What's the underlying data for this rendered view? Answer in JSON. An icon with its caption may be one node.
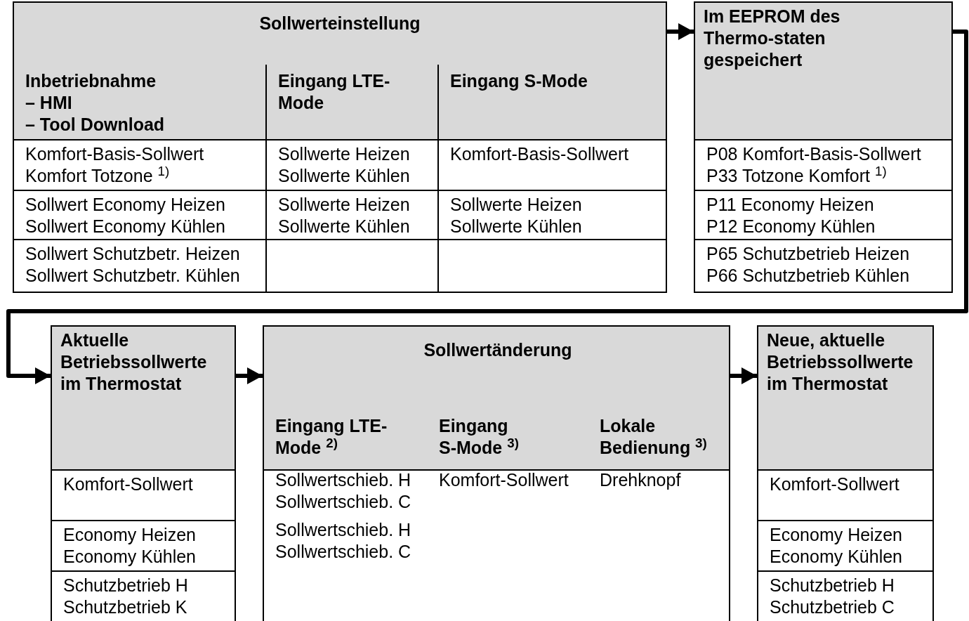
{
  "diagram": {
    "nodes": [
      {
        "text": [
          "Sollwerteinstellung"
        ]
      },
      {
        "text": [
          "Inbetriebnahme",
          "– HMI",
          "– Tool Download"
        ],
        "in": 0
      },
      {
        "text": [
          "Eingang LTE-Mode"
        ],
        "in": 0
      },
      {
        "text": [
          "Eingang S-Mode"
        ],
        "in": 0
      },
      {
        "text": [
          "Komfort-Basis-Sollwert",
          "Komfort Totzone $^{1)}$"
        ],
        "in": 0
      },
      {
        "text": [
          "Sollwerte Heizen",
          "Sollwerte Kühlen"
        ],
        "in": 0
      },
      {
        "text": [
          "Komfort-Basis-Sollwert"
        ],
        "in": 0
      },
      {
        "text": [
          "Sollwert Economy Heizen",
          "Sollwert Economy Kühlen"
        ],
        "in": 0
      },
      {
        "text": [
          "Sollwerte Heizen",
          "Sollwerte Kühlen"
        ],
        "in": 0
      },
      {
        "text": [
          "Sollwerte Heizen",
          "Sollwerte Kühlen"
        ],
        "in": 0
      },
      {
        "text": [
          "Sollwert Schutzbetr. Heizen",
          "Sollwert Schutzbetr. Kühlen"
        ],
        "in": 0
      },
      {
        "text": [],
        "shape": "box",
        "in": 0
      },
      {
        "text": [],
        "shape": "box",
        "in": 0
      },
      {
        "text": [
          "Im EEPROM des Thermo-staten gespeichert"
        ]
      },
      {
        "text": [
          "P08 Komfort-Basis-Sollwert",
          "P33 Totzone Komfort $^{1)}$"
        ],
        "in": 13
      },
      {
        "text": [
          "P11 Economy Heizen",
          "P12 Economy Kühlen"
        ],
        "in": 13
      },
      {
        "text": [
          "P65 Schutzbetrieb Heizen",
          "P66 Schutzbetrieb Kühlen"
        ],
        "in": 13
      },
      {
        "text": [
          "Aktuelle Betriebssollwerte im Thermostat"
        ]
      },
      {
        "text": [
          "Komfort-Sollwert"
        ],
        "in": 17
      },
      {
        "text": [
          "Economy Heizen",
          "Economy Kühlen"
        ],
        "in": 17
      },
      {
        "text": [
          "Schutzbetrieb H",
          "Schutzbetrieb K"
        ],
        "in": 17
      },
      {
        "text": [
          "Sollwertänderung",
          "Eingang LTE-Mode $^{2)}$",
          "Eingang S-Mode $^{3)}$",
          "Lokale Bedienung $^{3)}$",
          "Sollwertschieb. H",
          "Sollwertschieb. C",
          "Komfort-Sollwert",
          "Drehknopf",
          "Sollwertschieb. H",
          "Sollwertschieb. C"
        ]
      },
      {
        "text": [
          "Neue, aktuelle Betriebssollwerte im Thermostat"
        ]
      },
      {
        "text": [
          "Komfort-Sollwert"
        ],
        "in": 22
      },
      {
        "text": [
          "Economy Heizen",
          "Economy Kühlen"
        ],
        "in": 22
      },
      {
        "text": [
          "Schutzbetrieb H",
          "Schutzbetrieb C"
        ],
        "in": 22
      }
    ],
    "edges": [
      {
        "from": 0,
        "to": 13,
        "arrow": "to"
      },
      {
        "from": 13,
        "to": 17,
        "arrow": "to"
      },
      {
        "from": 17,
        "to": 21,
        "arrow": "to"
      },
      {
        "from": 21,
        "to": 22,
        "arrow": "to"
      }
    ]
  }
}
